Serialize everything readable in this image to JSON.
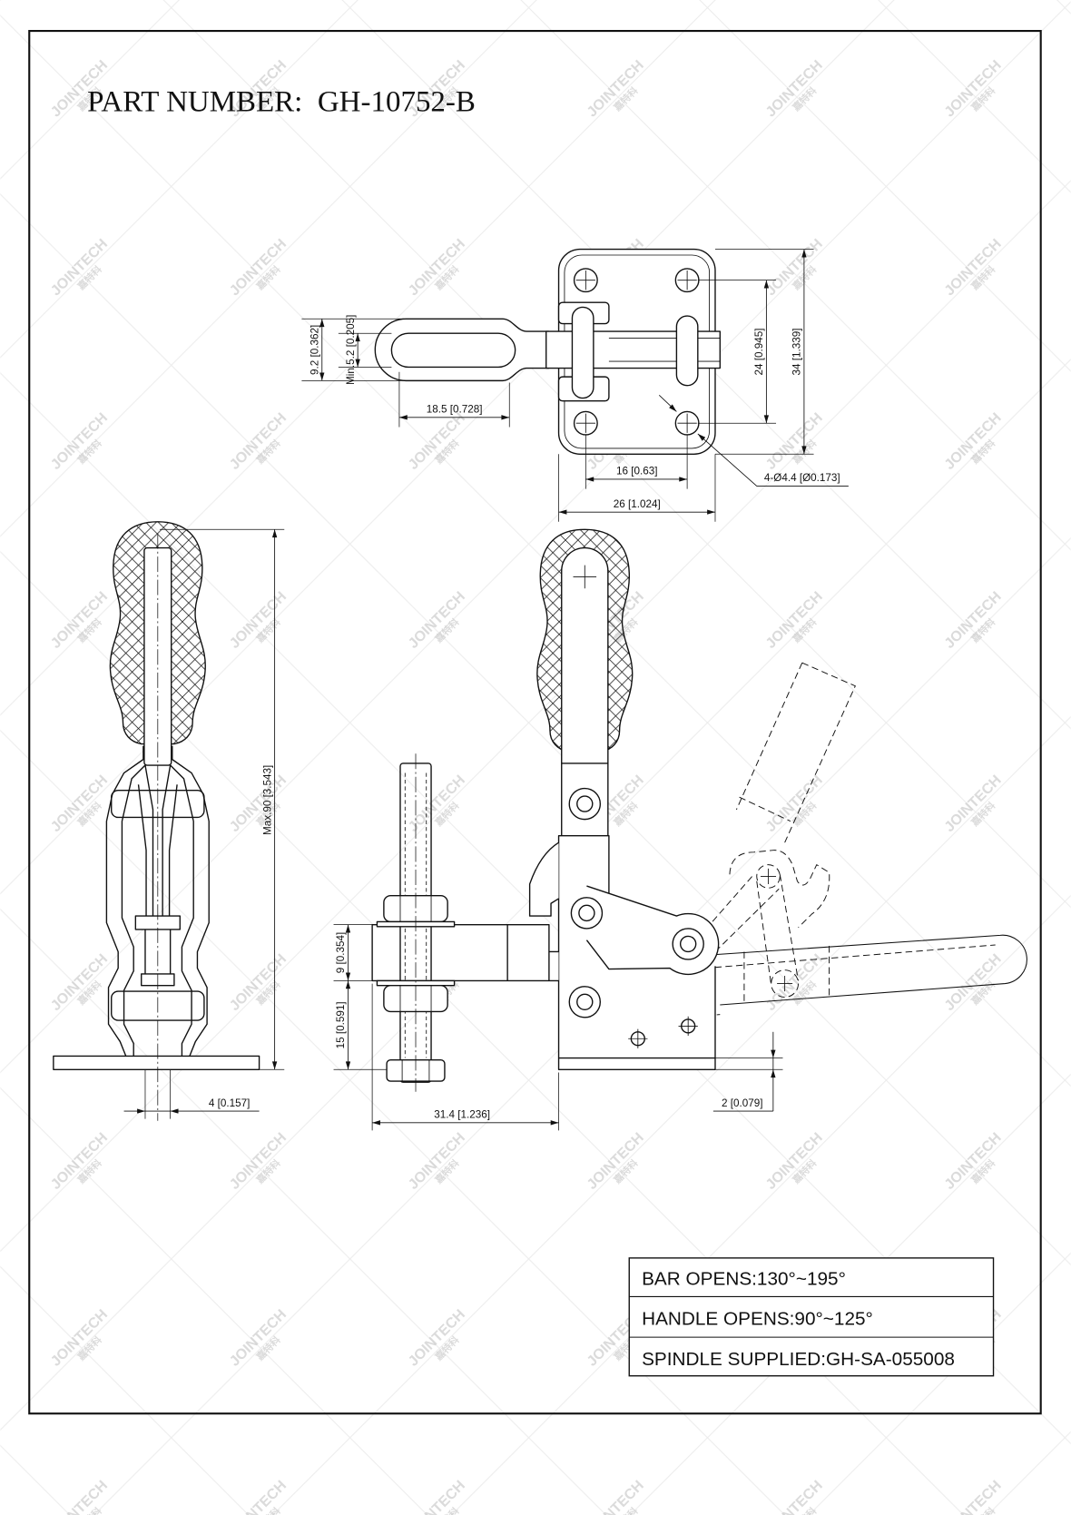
{
  "title": "PART NUMBER:  GH-10752-B",
  "watermark": {
    "brand": "JOINTECH",
    "chinese": "嘉特科"
  },
  "colors": {
    "line": "#111111",
    "watermark": "#c4c4c4",
    "background": "#ffffff"
  },
  "top_view": {
    "loop_outer": "9.2 [0.362]",
    "loop_inner": "Min.5.2 [0.205]",
    "loop_span": "18.5 [0.728]",
    "hole_pitch_long": "24 [0.945]",
    "plate_long": "34 [1.339]",
    "hole_pitch_short": "16 [0.63]",
    "hole_callout": "4-Ø4.4 [Ø0.173]",
    "plate_short": "26 [1.024]"
  },
  "side_view": {
    "overall_max": "Max.90 [3.543]",
    "bar_thickness": "4 [0.157]"
  },
  "front_view": {
    "bar_section": "9 [0.354]",
    "spindle_clearance": "15 [0.591]",
    "reach": "31.4 [1.236]",
    "base_plate": "2 [0.079]"
  },
  "spec_table": {
    "rows": [
      "BAR OPENS:130°~195°",
      "HANDLE OPENS:90°~125°",
      "SPINDLE SUPPLIED:GH-SA-055008"
    ]
  }
}
